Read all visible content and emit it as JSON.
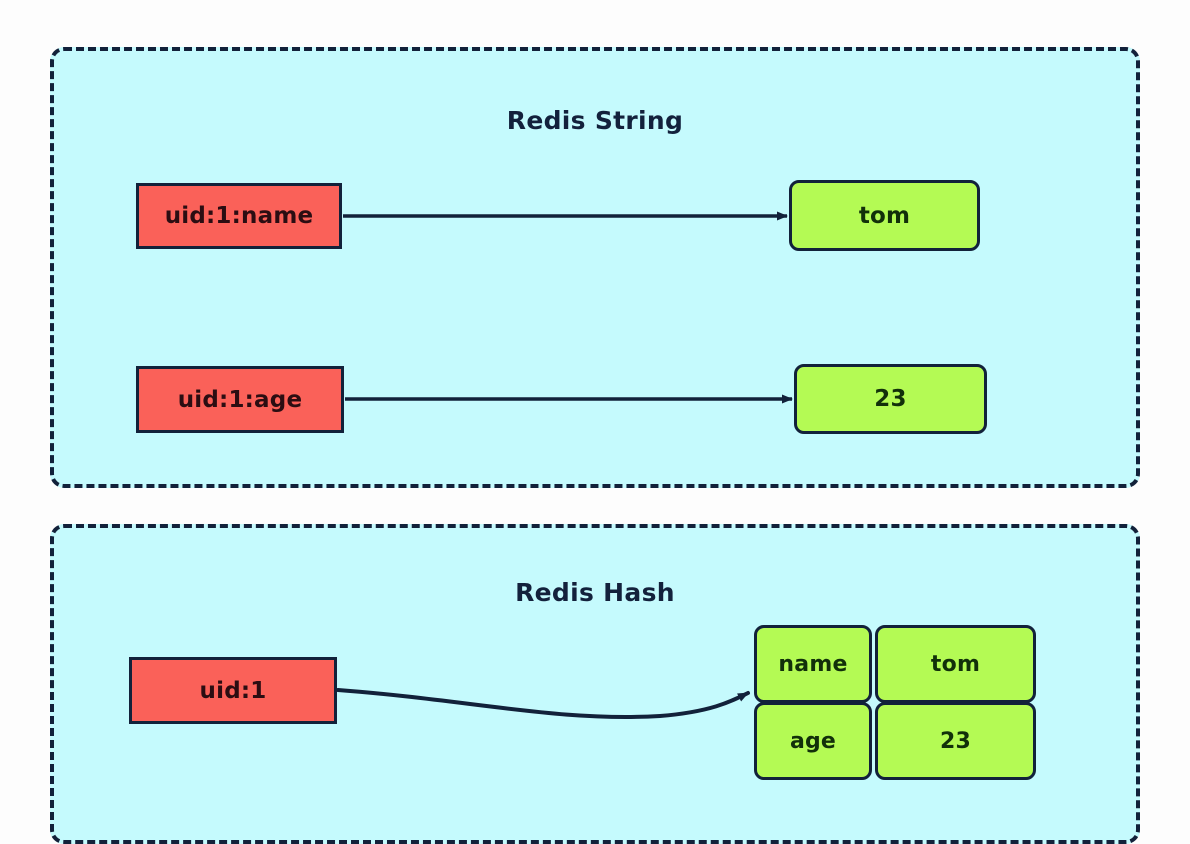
{
  "diagram": {
    "background_color": "#fdfdfd",
    "panel_fill": "#c5fafd",
    "panel_border_color": "#12213a",
    "key_box_color": "#fa6159",
    "value_box_color": "#b4fa54",
    "connector_color": "#12213a"
  },
  "panels": [
    {
      "id": "redis-string",
      "title": "Redis String",
      "pairs": [
        {
          "key": "uid:1:name",
          "value": "tom"
        },
        {
          "key": "uid:1:age",
          "value": "23"
        }
      ]
    },
    {
      "id": "redis-hash",
      "title": "Redis Hash",
      "key": "uid:1",
      "fields": [
        {
          "field": "name",
          "value": "tom"
        },
        {
          "field": "age",
          "value": "23"
        }
      ]
    }
  ]
}
